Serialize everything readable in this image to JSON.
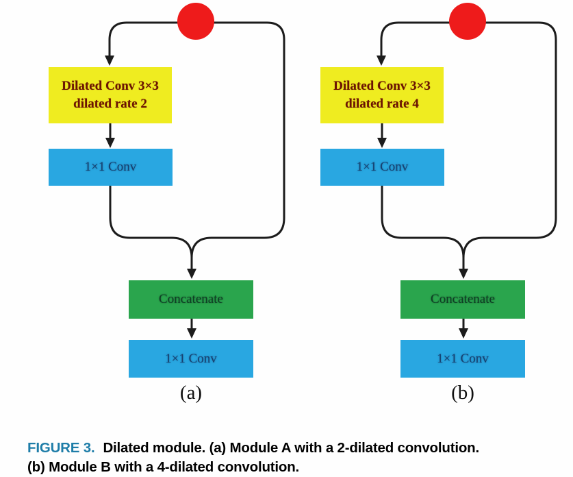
{
  "colors": {
    "red": "#ee1b1b",
    "yellow": "#efec20",
    "blue": "#29a7e1",
    "green": "#2aa54d",
    "line": "#1c1c1c",
    "yellow_text": "#6b1402",
    "blue_text": "#17406e",
    "green_text": "#0f3d24",
    "caption_tag": "#1e7da8",
    "caption_text": "#000000",
    "background": "#fefefe"
  },
  "modules": [
    {
      "dilated_conv_line1": "Dilated Conv 3×3",
      "dilated_conv_line2": "dilated rate 2",
      "conv1x1_top": "1×1 Conv",
      "concatenate": "Concatenate",
      "conv1x1_bottom": "1×1 Conv",
      "label": "(a)"
    },
    {
      "dilated_conv_line1": "Dilated Conv 3×3",
      "dilated_conv_line2": "dilated rate 4",
      "conv1x1_top": "1×1 Conv",
      "concatenate": "Concatenate",
      "conv1x1_bottom": "1×1 Conv",
      "label": "(b)"
    }
  ],
  "caption": {
    "tag": "FIGURE 3.",
    "line1": "Dilated module. (a) Module A with a 2-dilated convolution.",
    "line2": "(b) Module B with a 4-dilated convolution."
  }
}
